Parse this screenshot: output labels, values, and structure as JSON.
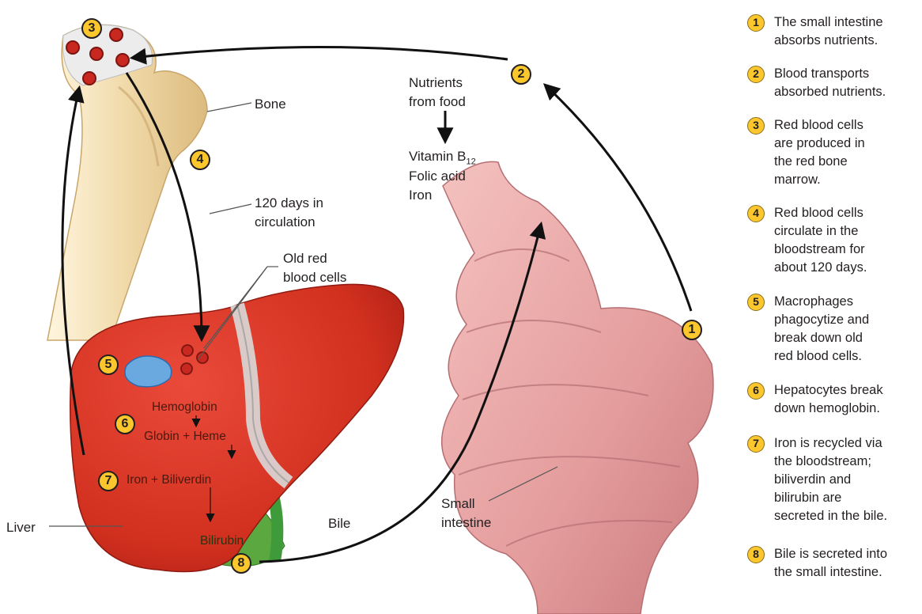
{
  "labels": {
    "bone": "Bone",
    "days_line1": "120 days in",
    "days_line2": "circulation",
    "old_cells_line1": "Old red",
    "old_cells_line2": "blood cells",
    "nutrients_line1": "Nutrients",
    "nutrients_line2": "from food",
    "vitamin": "Vitamin B",
    "vitamin_sub": "12",
    "folic": "Folic acid",
    "iron": "Iron",
    "hemoglobin": "Hemoglobin",
    "globin_heme": "Globin + Heme",
    "iron_biliverdin": "Iron + Biliverdin",
    "bilirubin": "Bilirubin",
    "liver": "Liver",
    "bile": "Bile",
    "small_intestine_line1": "Small",
    "small_intestine_line2": "intestine"
  },
  "badges": [
    "1",
    "2",
    "3",
    "4",
    "5",
    "6",
    "7",
    "8"
  ],
  "legend": [
    {
      "num": "1",
      "lines": [
        "The small intestine",
        "absorbs nutrients."
      ]
    },
    {
      "num": "2",
      "lines": [
        "Blood transports",
        "absorbed nutrients."
      ]
    },
    {
      "num": "3",
      "lines": [
        "Red blood cells",
        "are produced in",
        "the red bone",
        "marrow."
      ]
    },
    {
      "num": "4",
      "lines": [
        "Red blood cells",
        "circulate in the",
        "bloodstream for",
        "about 120 days."
      ]
    },
    {
      "num": "5",
      "lines": [
        "Macrophages",
        "phagocytize and",
        "break down old",
        "red blood cells."
      ]
    },
    {
      "num": "6",
      "lines": [
        "Hepatocytes break",
        "down hemoglobin."
      ]
    },
    {
      "num": "7",
      "lines": [
        "Iron is recycled via",
        "the bloodstream;",
        "biliverdin and",
        "bilirubin are",
        "secreted in the bile."
      ]
    },
    {
      "num": "8",
      "lines": [
        "Bile is secreted into",
        "the small intestine."
      ]
    }
  ],
  "colors": {
    "badge": "#fbc72d",
    "liver": "#d7372a",
    "bone": "#f1ddb2",
    "intestine": "#e8a8a8",
    "bile_duct": "#3f9b3a",
    "gallbladder": "#5aa83f"
  }
}
